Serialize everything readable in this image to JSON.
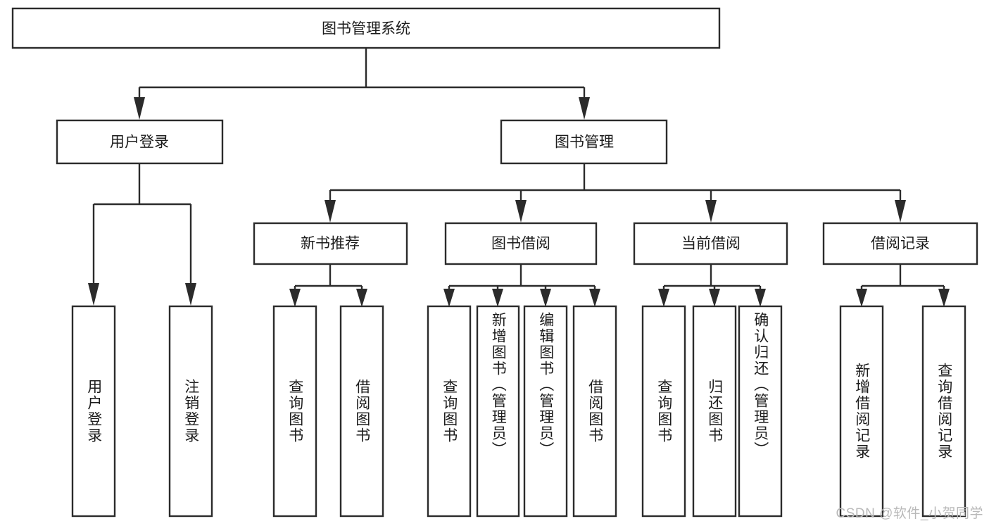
{
  "diagram": {
    "title": "图书管理系统",
    "watermark": "CSDN @软件_小贺同学",
    "level2": {
      "user_login": "用户登录",
      "book_manage": "图书管理"
    },
    "level3": {
      "new_book_rec": "新书推荐",
      "book_borrow": "图书借阅",
      "current_borrow": "当前借阅",
      "borrow_record": "借阅记录"
    },
    "leaves": {
      "user_login_1": "用户登录",
      "user_login_2": "注销登录",
      "new_book_1": "查询图书",
      "new_book_2": "借阅图书",
      "borrow_1": "查询图书",
      "borrow_2": "新增图书（管理员）",
      "borrow_3": "编辑图书（管理员）",
      "borrow_4": "借阅图书",
      "current_1": "查询图书",
      "current_2": "归还图书",
      "current_3": "确认归还（管理员）",
      "record_1": "新增借阅记录",
      "record_2": "查询借阅记录"
    },
    "colors": {
      "stroke": "#2b2b2b",
      "fill": "#ffffff",
      "text": "#1c1c1c",
      "watermark": "#b9b9b9"
    }
  },
  "chart_data": {
    "type": "tree",
    "title": "图书管理系统",
    "root": {
      "label": "图书管理系统",
      "children": [
        {
          "label": "用户登录",
          "children": [
            {
              "label": "用户登录",
              "children": []
            },
            {
              "label": "注销登录",
              "children": []
            }
          ]
        },
        {
          "label": "图书管理",
          "children": [
            {
              "label": "新书推荐",
              "children": [
                {
                  "label": "查询图书",
                  "children": []
                },
                {
                  "label": "借阅图书",
                  "children": []
                }
              ]
            },
            {
              "label": "图书借阅",
              "children": [
                {
                  "label": "查询图书",
                  "children": []
                },
                {
                  "label": "新增图书（管理员）",
                  "children": []
                },
                {
                  "label": "编辑图书（管理员）",
                  "children": []
                },
                {
                  "label": "借阅图书",
                  "children": []
                }
              ]
            },
            {
              "label": "当前借阅",
              "children": [
                {
                  "label": "查询图书",
                  "children": []
                },
                {
                  "label": "归还图书",
                  "children": []
                },
                {
                  "label": "确认归还（管理员）",
                  "children": []
                }
              ]
            },
            {
              "label": "借阅记录",
              "children": [
                {
                  "label": "新增借阅记录",
                  "children": []
                },
                {
                  "label": "查询借阅记录",
                  "children": []
                }
              ]
            }
          ]
        }
      ]
    },
    "levels": 4,
    "node_count": 20,
    "orientation": "top-down"
  }
}
